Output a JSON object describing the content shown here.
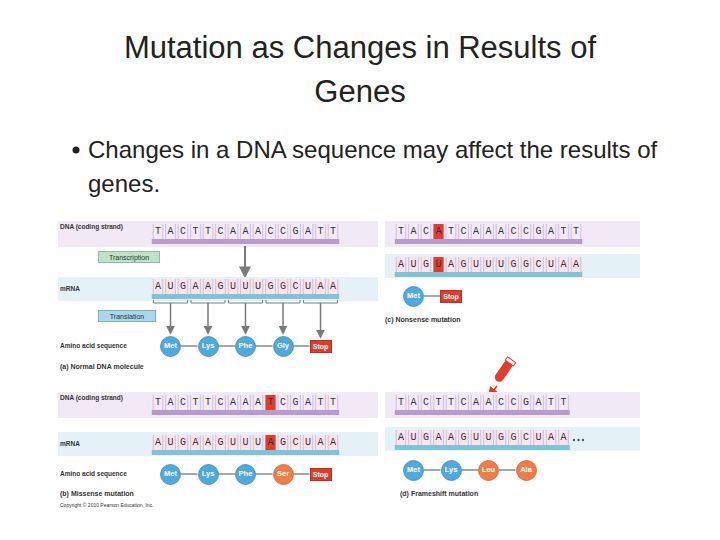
{
  "diagram": {
    "title": "Mutation as Changes in Results of Genes",
    "nodes": [
      {
        "text": [
          "Transcription"
        ]
      },
      {
        "text": [
          "Translation"
        ]
      },
      {
        "text": [
          "Met"
        ]
      },
      {
        "text": [
          "Lys"
        ]
      },
      {
        "text": [
          "Phe"
        ]
      },
      {
        "text": [
          "Gly"
        ]
      },
      {
        "text": [
          "Stop"
        ]
      },
      {
        "text": [
          "Met"
        ]
      },
      {
        "text": [
          "Lys"
        ]
      },
      {
        "text": [
          "Phe"
        ]
      },
      {
        "text": [
          "Ser"
        ]
      },
      {
        "text": [
          "Stop"
        ]
      },
      {
        "text": [
          "Met"
        ]
      },
      {
        "text": [
          "Stop"
        ]
      },
      {
        "text": [
          "Met"
        ]
      },
      {
        "text": [
          "Lys"
        ]
      },
      {
        "text": [
          "Leu"
        ]
      },
      {
        "text": [
          "Ala"
        ]
      }
    ],
    "edges": [
      {
        "from": 2,
        "to": 3,
        "arrow": "none"
      },
      {
        "from": 3,
        "to": 4,
        "arrow": "none"
      },
      {
        "from": 4,
        "to": 5,
        "arrow": "none"
      },
      {
        "from": 5,
        "to": 6,
        "arrow": "none"
      },
      {
        "from": 7,
        "to": 8,
        "arrow": "none"
      },
      {
        "from": 8,
        "to": 9,
        "arrow": "none"
      },
      {
        "from": 9,
        "to": 10,
        "arrow": "none"
      },
      {
        "from": 10,
        "to": 11,
        "arrow": "none"
      },
      {
        "from": 12,
        "to": 13,
        "arrow": "none"
      },
      {
        "from": 14,
        "to": 15,
        "arrow": "none"
      },
      {
        "from": 15,
        "to": 16,
        "arrow": "none"
      },
      {
        "from": 16,
        "to": 17,
        "arrow": "none"
      }
    ],
    "labels": [
      "Changes in a DNA sequence may affect the results of genes.",
      "DNA (coding strand)",
      "TACTTCAAACCGATT",
      "mRNA",
      "AUGAAGUUUGGCUAA",
      "Amino acid sequence",
      "(a) Normal DNA molecule",
      "DNA (coding strand)",
      "TACTTCAAATCGATT",
      "mRNA",
      "AUGAAGUUUAGCUAA",
      "Amino acid sequence",
      "(b) Missense mutation",
      "Copyright © 2010 Pearson Education, Inc.",
      "TACATCAAACCGATT",
      "AUGUAGUUUGGCUAA",
      "(c) Nonsense mutation",
      "TACTTCAACCGATT",
      "AUGAAGUUGGCUAA",
      "(d) Frameshift mutation"
    ]
  }
}
